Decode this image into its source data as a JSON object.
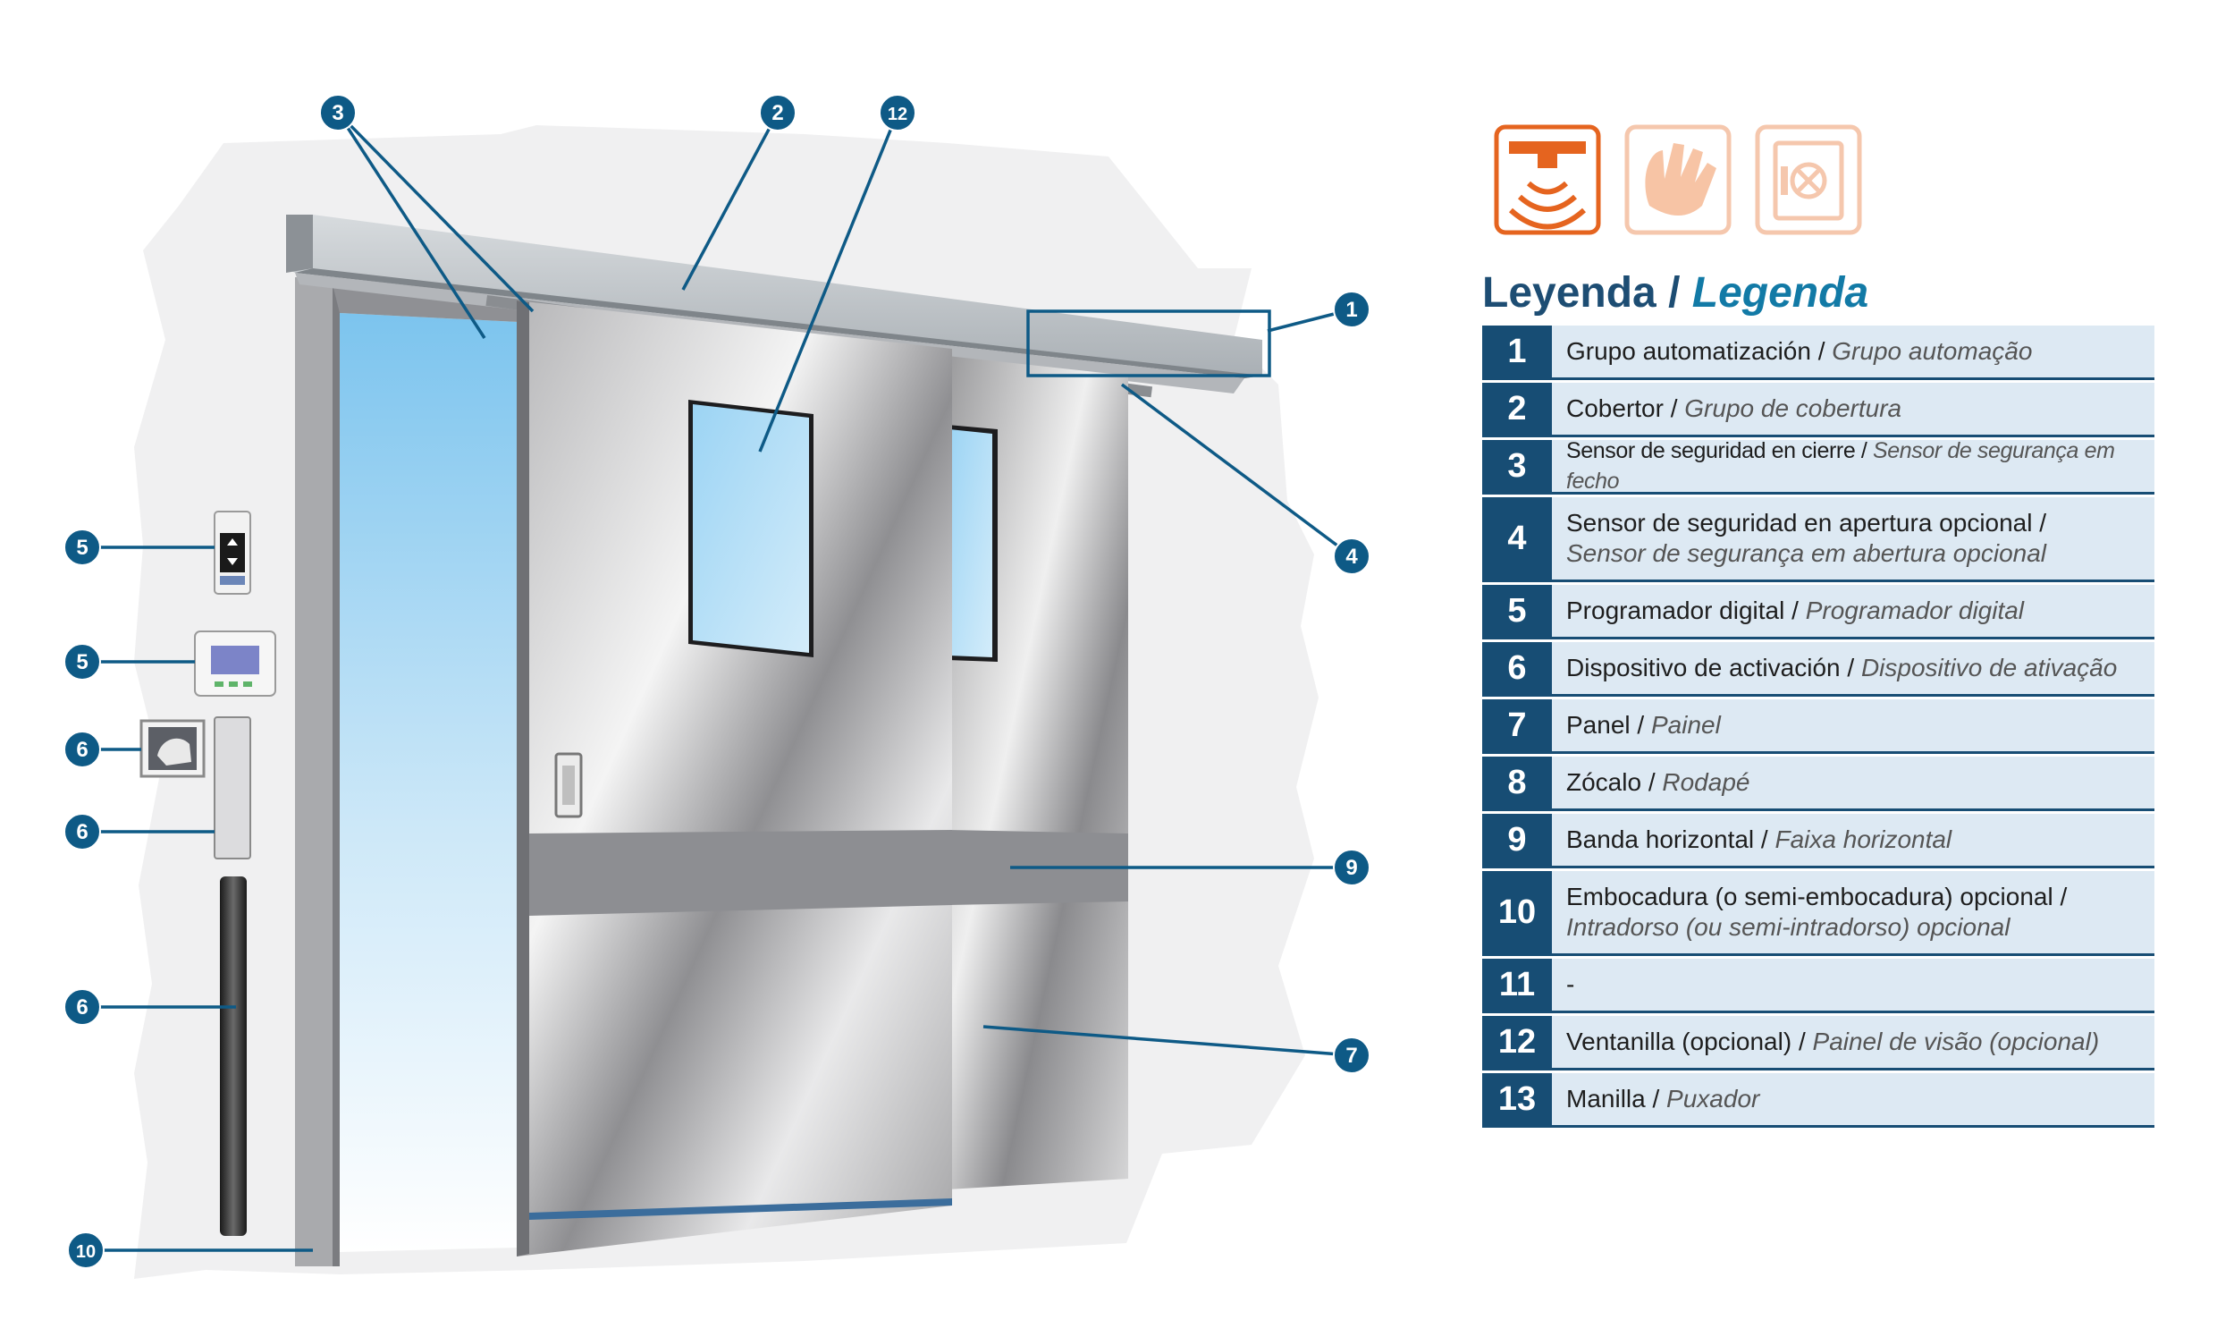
{
  "legend": {
    "title_es": "Leyenda",
    "title_sep": " / ",
    "title_pt": "Legenda",
    "icons": [
      "radar-sensor-icon",
      "hand-wave-icon",
      "manual-push-icon"
    ],
    "items": [
      {
        "num": "1",
        "es": "Grupo automatización",
        "sep": " / ",
        "pt": "Grupo automação"
      },
      {
        "num": "2",
        "es": "Cobertor",
        "sep": " / ",
        "pt": "Grupo de cobertura"
      },
      {
        "num": "3",
        "es": "Sensor de seguridad en cierre",
        "sep": " / ",
        "pt": "Sensor de segurança em fecho"
      },
      {
        "num": "4",
        "es": "Sensor de seguridad en apertura opcional",
        "sep": " / ",
        "pt": "Sensor de segurança em abertura opcional"
      },
      {
        "num": "5",
        "es": "Programador digital",
        "sep": " / ",
        "pt": "Programador digital"
      },
      {
        "num": "6",
        "es": "Dispositivo de activación",
        "sep": " / ",
        "pt": "Dispositivo de ativação"
      },
      {
        "num": "7",
        "es": "Panel",
        "sep": " / ",
        "pt": "Painel"
      },
      {
        "num": "8",
        "es": "Zócalo",
        "sep": " / ",
        "pt": "Rodapé"
      },
      {
        "num": "9",
        "es": "Banda horizontal",
        "sep": " / ",
        "pt": "Faixa horizontal"
      },
      {
        "num": "10",
        "es": "Embocadura (o semi-embocadura) opcional",
        "sep": " / ",
        "pt": "Intradorso (ou semi-intradorso) opcional"
      },
      {
        "num": "11",
        "es": "-",
        "sep": "",
        "pt": ""
      },
      {
        "num": "12",
        "es": "Ventanilla (opcional)",
        "sep": " / ",
        "pt": "Painel de visão (opcional)"
      },
      {
        "num": "13",
        "es": "Manilla",
        "sep": " / ",
        "pt": "Puxador"
      }
    ]
  },
  "callouts": [
    "1",
    "2",
    "3",
    "4",
    "5",
    "5",
    "6",
    "6",
    "6",
    "7",
    "9",
    "10",
    "12"
  ],
  "colors": {
    "accent_orange": "#e5641f",
    "legend_navy": "#174d74",
    "legend_row_bg": "#dde9f3",
    "callout_blue": "#0e5a86"
  }
}
